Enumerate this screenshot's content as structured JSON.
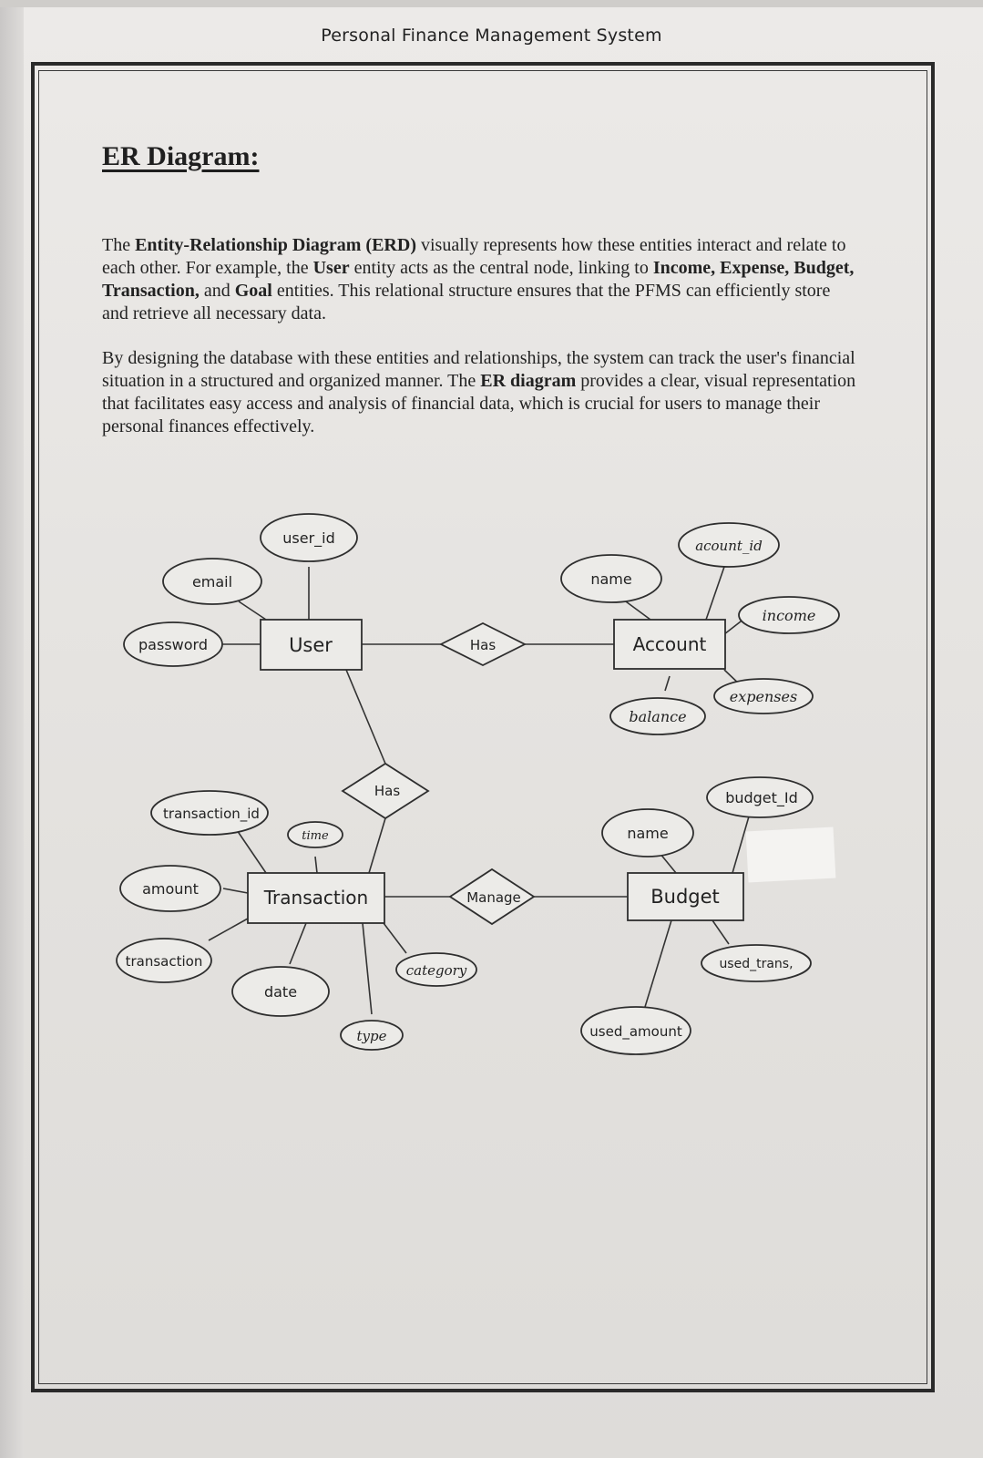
{
  "header": {
    "title": "Personal Finance Management System"
  },
  "section": {
    "heading": "ER Diagram:"
  },
  "paragraphs": {
    "p1": {
      "t1": "The ",
      "b1": "Entity-Relationship Diagram (ERD)",
      "t2": " visually represents how these entities interact and relate to each other. For example, the ",
      "b2": "User",
      "t3": " entity acts as the central node, linking to ",
      "b3": "Income, Expense, Budget, Transaction,",
      "t4": " and ",
      "b4": "Goal",
      "t5": " entities. This relational structure ensures that the PFMS can efficiently store and retrieve all necessary data."
    },
    "p2": {
      "t1": "By designing the database with these entities and relationships, the system can track the user's financial situation in a structured and organized manner. The ",
      "b1": "ER diagram",
      "t2": " provides a clear, visual representation that facilitates easy access and analysis of financial data, which is crucial for users to manage their personal finances effectively."
    }
  },
  "diagram": {
    "entities": {
      "user": "User",
      "account": "Account",
      "transaction": "Transaction",
      "budget": "Budget"
    },
    "relationships": {
      "user_account": "Has",
      "user_transaction": "Has",
      "transaction_budget": "Manage"
    },
    "user_attrs": {
      "user_id": "user_id",
      "email": "email",
      "password": "password"
    },
    "account_attrs": {
      "name": "name",
      "account_id": "acount_id",
      "income": "income",
      "expenses": "expenses",
      "balance": "balance"
    },
    "transaction_attrs": {
      "transaction_id": "transaction_id",
      "time": "time",
      "amount": "amount",
      "transaction": "transaction",
      "date": "date",
      "type": "type",
      "category": "category"
    },
    "budget_attrs": {
      "name": "name",
      "budget_id": "budget_Id",
      "used_trans": "used_trans,",
      "used_amount": "used_amount"
    }
  }
}
